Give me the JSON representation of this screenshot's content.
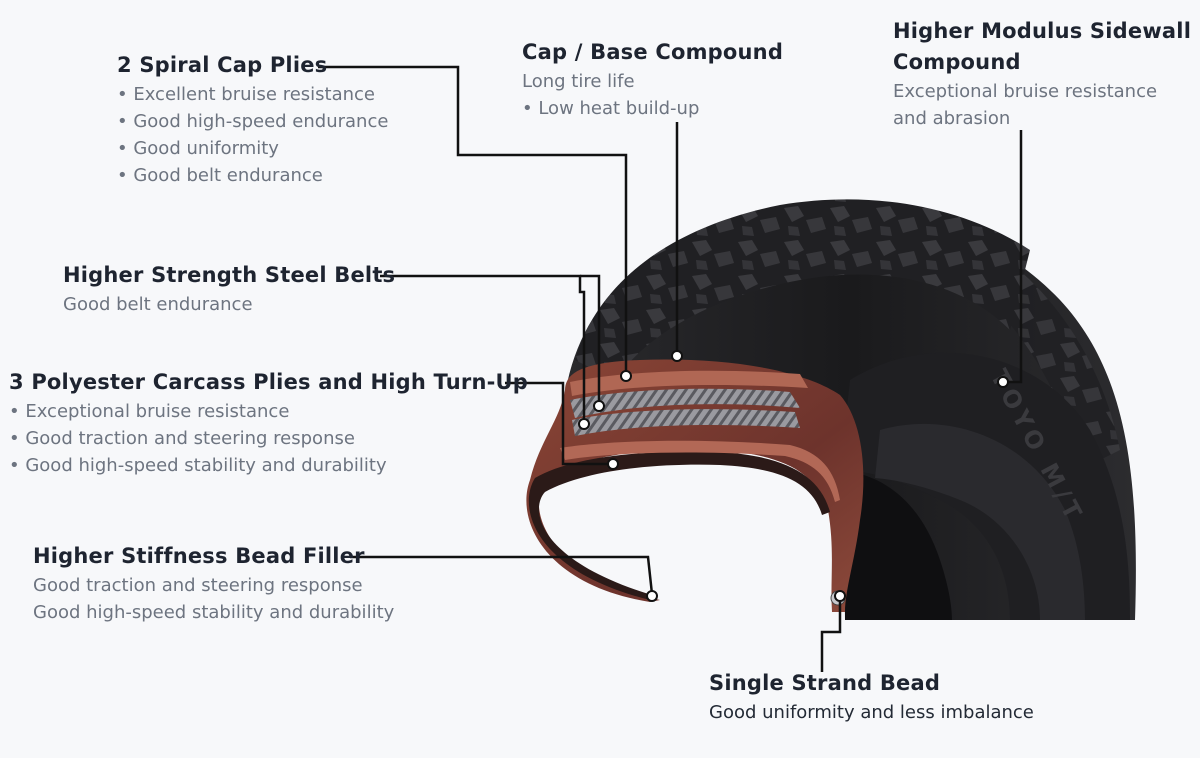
{
  "callouts": {
    "spiral_cap_plies": {
      "title": "2 Spiral Cap Plies",
      "points": [
        "• Excellent bruise resistance",
        "• Good high-speed endurance",
        "• Good uniformity",
        "• Good belt endurance"
      ]
    },
    "cap_base_compound": {
      "title": "Cap / Base Compound",
      "points": [
        "Long tire life",
        "• Low heat build-up"
      ]
    },
    "sidewall_compound": {
      "title": "Higher Modulus Sidewall Compound",
      "points": [
        "Exceptional bruise resistance and abrasion"
      ]
    },
    "steel_belts": {
      "title": "Higher Strength Steel Belts",
      "points": [
        "Good belt endurance"
      ]
    },
    "carcass_plies": {
      "title": "3 Polyester Carcass Plies and High Turn-Up",
      "points": [
        "• Exceptional bruise resistance",
        "• Good traction and steering response",
        "• Good high-speed stability and durability"
      ]
    },
    "bead_filler": {
      "title": "Higher Stiffness Bead Filler",
      "points": [
        "Good traction and steering response",
        "Good high-speed stability and durability"
      ]
    },
    "single_strand_bead": {
      "title": "Single Strand Bead",
      "points": [
        "Good uniformity and less imbalance"
      ]
    }
  },
  "tire": {
    "sidewall_text": "TOYO M/T",
    "colors": {
      "rubber_dark": "#1c1c1e",
      "rubber_mid": "#2e2e31",
      "section_red": "#7a3a32",
      "section_light": "#a45a48",
      "belt_gray": "#8c8c90",
      "leader_line": "#111111"
    }
  }
}
